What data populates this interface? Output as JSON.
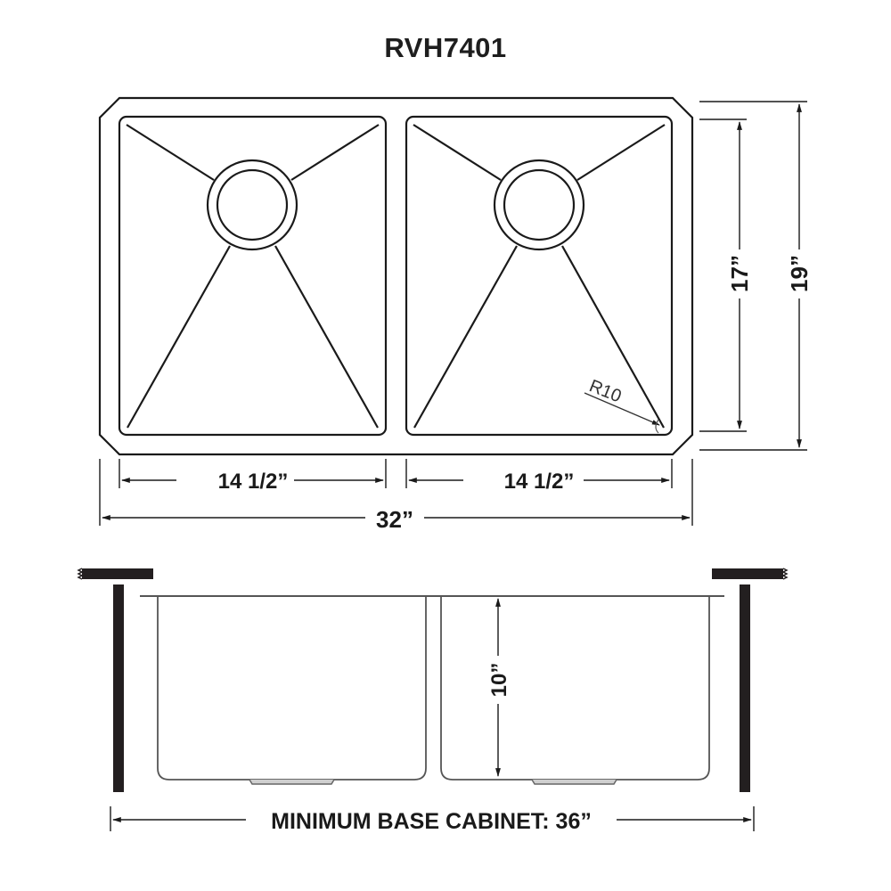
{
  "title": "RVH7401",
  "top_view": {
    "bowl_width_left": "14 1/2”",
    "bowl_width_right": "14 1/2”",
    "overall_width": "32”",
    "bowl_depth": "17”",
    "overall_depth": "19”",
    "corner_radius": "R10"
  },
  "side_view": {
    "bowl_height": "10”",
    "min_cabinet": "MINIMUM BASE CABINET: 36”"
  },
  "colors": {
    "line": "#1a1a1a",
    "side_line": "#555555",
    "wall_fill": "#231f20"
  }
}
